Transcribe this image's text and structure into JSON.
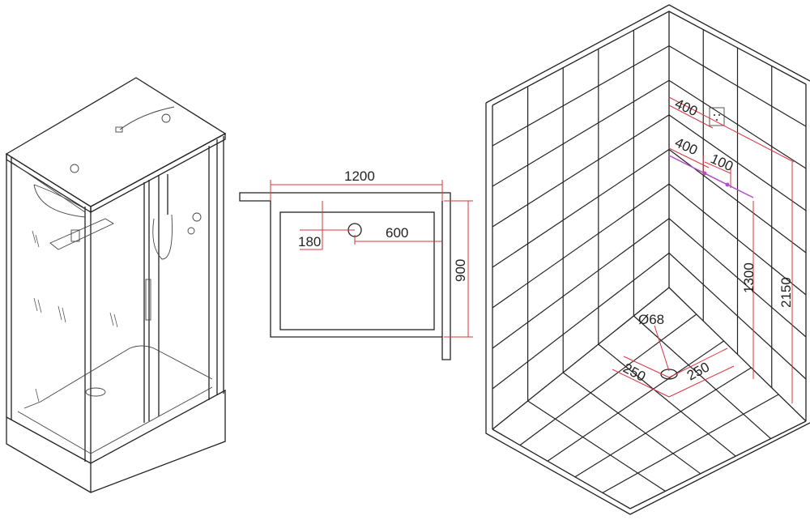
{
  "colors": {
    "line": "#222222",
    "dimension": "#d9363e",
    "pipe": "#b14fd1",
    "background": "#ffffff"
  },
  "plan_view": {
    "width_label": "1200",
    "depth_label": "900",
    "drain_offset_y_label": "180",
    "drain_offset_x_label": "600"
  },
  "wall_view": {
    "top_label": "400",
    "mid_label": "400",
    "spacing_label": "100",
    "height_low_label": "1300",
    "height_high_label": "2150",
    "drain_diameter_label": "Ø68",
    "floor_left_label": "250",
    "floor_right_label": "250"
  }
}
